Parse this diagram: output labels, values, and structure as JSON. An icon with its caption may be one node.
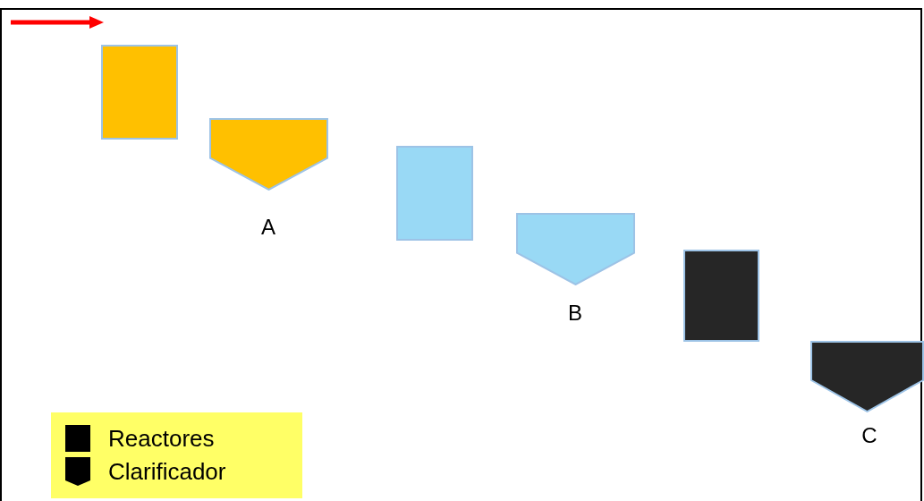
{
  "diagram": {
    "nodes": [
      {
        "text": [],
        "shape": "box"
      },
      {
        "text": [],
        "shape": "pentagon",
        "beside": [
          "A"
        ]
      },
      {
        "text": [],
        "shape": "box"
      },
      {
        "text": [],
        "shape": "pentagon",
        "beside": [
          "B"
        ]
      },
      {
        "text": [],
        "shape": "box"
      },
      {
        "text": [],
        "shape": "pentagon",
        "beside": [
          "C"
        ]
      }
    ],
    "legend": [
      {
        "text": "Reactores"
      },
      {
        "text": "Clarificador"
      }
    ]
  }
}
